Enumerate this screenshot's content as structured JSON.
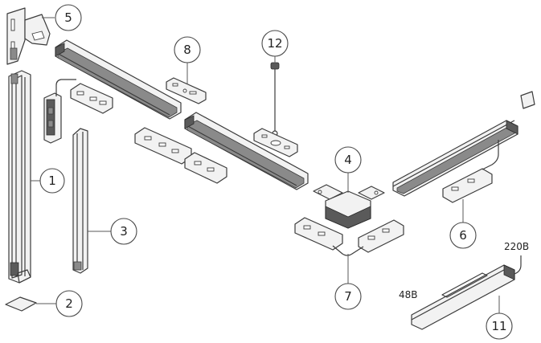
{
  "diagram": {
    "callouts": [
      {
        "id": "1",
        "label": "1"
      },
      {
        "id": "2",
        "label": "2"
      },
      {
        "id": "3",
        "label": "3"
      },
      {
        "id": "4",
        "label": "4"
      },
      {
        "id": "5",
        "label": "5"
      },
      {
        "id": "6",
        "label": "6"
      },
      {
        "id": "7",
        "label": "7"
      },
      {
        "id": "8",
        "label": "8"
      },
      {
        "id": "11",
        "label": "11"
      },
      {
        "id": "12",
        "label": "12"
      }
    ],
    "voltage_labels": {
      "high": "220B",
      "low": "48B"
    }
  }
}
